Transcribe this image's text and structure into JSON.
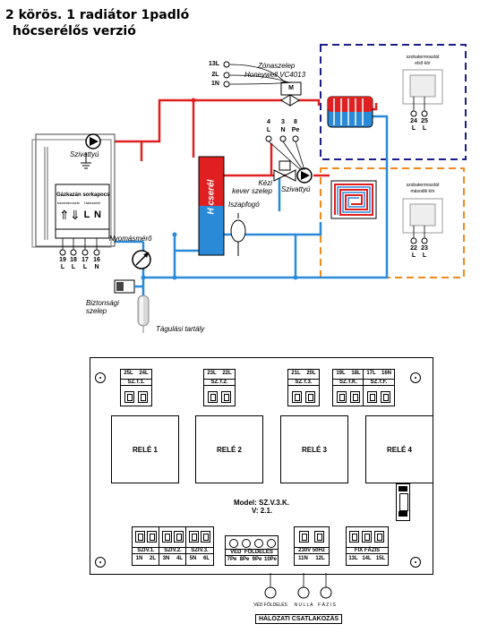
{
  "title": {
    "line1": "2 körös.  1 radiátor   1padló",
    "line2": "hőcserélős verzió"
  },
  "labels": {
    "zona_szelep": "Zónaszelep",
    "zona_model": "Honeywell VC4013",
    "zona_m": "M",
    "szivattyu_left": "Szivattyú",
    "szivattyu_right": "Szivattyú",
    "kezi_kever": "Kézi\nkever szelep",
    "iszapfogo": "Iszapfogó",
    "nyomasmero": "Nyomásmérő",
    "biztonsagi": "Biztonsági\nszelep",
    "tagulasi": "Tágulási tartály",
    "hocsereli": "H cserél",
    "gazkazan": "Gázkazán sorkapocs",
    "gaz_col1": "kazánterosztó",
    "gaz_col2": "Hálózatról"
  },
  "zona_terminals": [
    "13L",
    "2L",
    "1N"
  ],
  "pump_terminals": [
    {
      "num": "4",
      "let": "L"
    },
    {
      "num": "3",
      "let": "N"
    },
    {
      "num": "8",
      "let": "Pe"
    }
  ],
  "boiler_terminals": [
    {
      "num": "19",
      "let": "L"
    },
    {
      "num": "18",
      "let": "L"
    },
    {
      "num": "17",
      "let": "L"
    },
    {
      "num": "16",
      "let": "N"
    }
  ],
  "thermostat_top": {
    "title": "szobatermosztát",
    "subtitle": "első kör",
    "terms": [
      {
        "num": "24",
        "let": "L"
      },
      {
        "num": "25",
        "let": "L"
      }
    ]
  },
  "thermostat_bottom": {
    "title": "szobatermosztát",
    "subtitle": "második kör",
    "terms": [
      {
        "num": "22",
        "let": "L"
      },
      {
        "num": "23",
        "let": "L"
      }
    ]
  },
  "board": {
    "model": "Model: SZ.V.3.K.",
    "version": "V: 2.1.",
    "relays": [
      "RELÉ 1",
      "RELÉ 2",
      "RELÉ 3",
      "RELÉ 4"
    ],
    "top_blocks": [
      {
        "pins": [
          "25L",
          "24L"
        ],
        "name": "SZ.T.1."
      },
      {
        "pins": [
          "23L",
          "22L"
        ],
        "name": "SZ.T.2."
      },
      {
        "pins": [
          "21L",
          "20L"
        ],
        "name": "SZ.T.3."
      },
      {
        "pins": [
          "19L",
          "18L"
        ],
        "name": "SZ.T.K."
      },
      {
        "pins": [
          "17L",
          "16N"
        ],
        "name": "SZ.T.F."
      }
    ],
    "bottom_blocks": [
      {
        "name": "SZIV.1.",
        "pins": [
          "1N",
          "2L"
        ]
      },
      {
        "name": "SZIV.2.",
        "pins": [
          "3N",
          "4L"
        ]
      },
      {
        "name": "SZIV.3.",
        "pins": [
          "5N",
          "6L"
        ]
      },
      {
        "name": "VÉD  FÖLDELÉS",
        "pins": [
          "7Pe",
          "8Pe",
          "9Pe",
          "10Pe"
        ]
      },
      {
        "name": "230V 50Hz",
        "pins": [
          "11N",
          "12L"
        ]
      },
      {
        "name": "FIX FÁZIS",
        "pins": [
          "13L",
          "14L",
          "15L"
        ]
      }
    ],
    "net_labels": [
      "VÉD FÖLDELÉS",
      "N U L L A",
      "F Á Z I S"
    ],
    "net_title": "HÁLÓZATI CSATLAKOZÁS"
  },
  "colors": {
    "red": "#e02020",
    "blue": "#2a8ad8",
    "navy": "#1c1c8a",
    "orange": "#f08a1a"
  }
}
